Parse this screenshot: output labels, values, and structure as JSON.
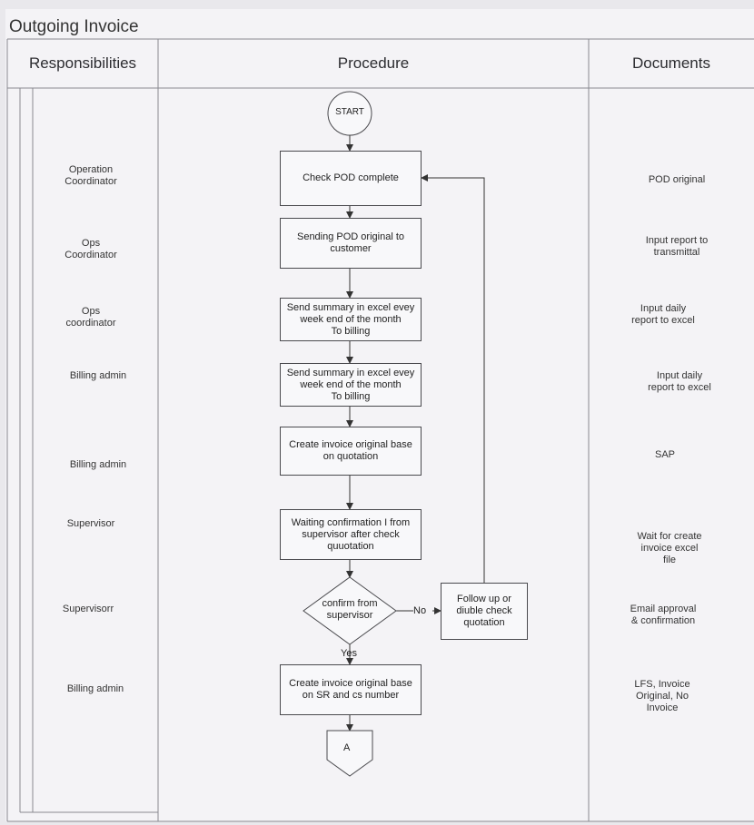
{
  "title": "Outgoing Invoice",
  "columns": {
    "responsibilities": "Responsibilities",
    "procedure": "Procedure",
    "documents": "Documents"
  },
  "start": "START",
  "connector": "A",
  "rows": [
    {
      "responsibility": "Operation\nCoordinator",
      "step": "Check  POD complete",
      "document": "POD original"
    },
    {
      "responsibility": "Ops\nCoordinator",
      "step": "Sending POD original to\ncustomer",
      "document": "Input report to\ntransmittal"
    },
    {
      "responsibility": "Ops\ncoordinator",
      "step": "Send summary in excel evey\nweek end of the month\nTo billing",
      "document": "Input daily\nreport to excel"
    },
    {
      "responsibility": "Billing admin",
      "step": "Send summary in excel evey\nweek end of the month\nTo billing",
      "document": "Input daily\nreport to excel"
    },
    {
      "responsibility": "Billing admin",
      "step": "Create invoice original base\non quotation",
      "document": "SAP"
    },
    {
      "responsibility": "Supervisor",
      "step": "Waiting confirmation I from\nsupervisor after check\nquuotation",
      "document": "Wait for create\ninvoice excel\nfile"
    },
    {
      "responsibility": "Supervisorr",
      "step": "confirm from\nsupervisor",
      "document": "Email approval\n& confirmation"
    },
    {
      "responsibility": "Billing admin",
      "step": "Create invoice original base\non SR  and cs number",
      "document": "LFS, Invoice\nOriginal, No\nInvoice"
    }
  ],
  "followup": "Follow up or\ndiuble check\nquotation",
  "no_label": "No",
  "yes_label": "Yes"
}
